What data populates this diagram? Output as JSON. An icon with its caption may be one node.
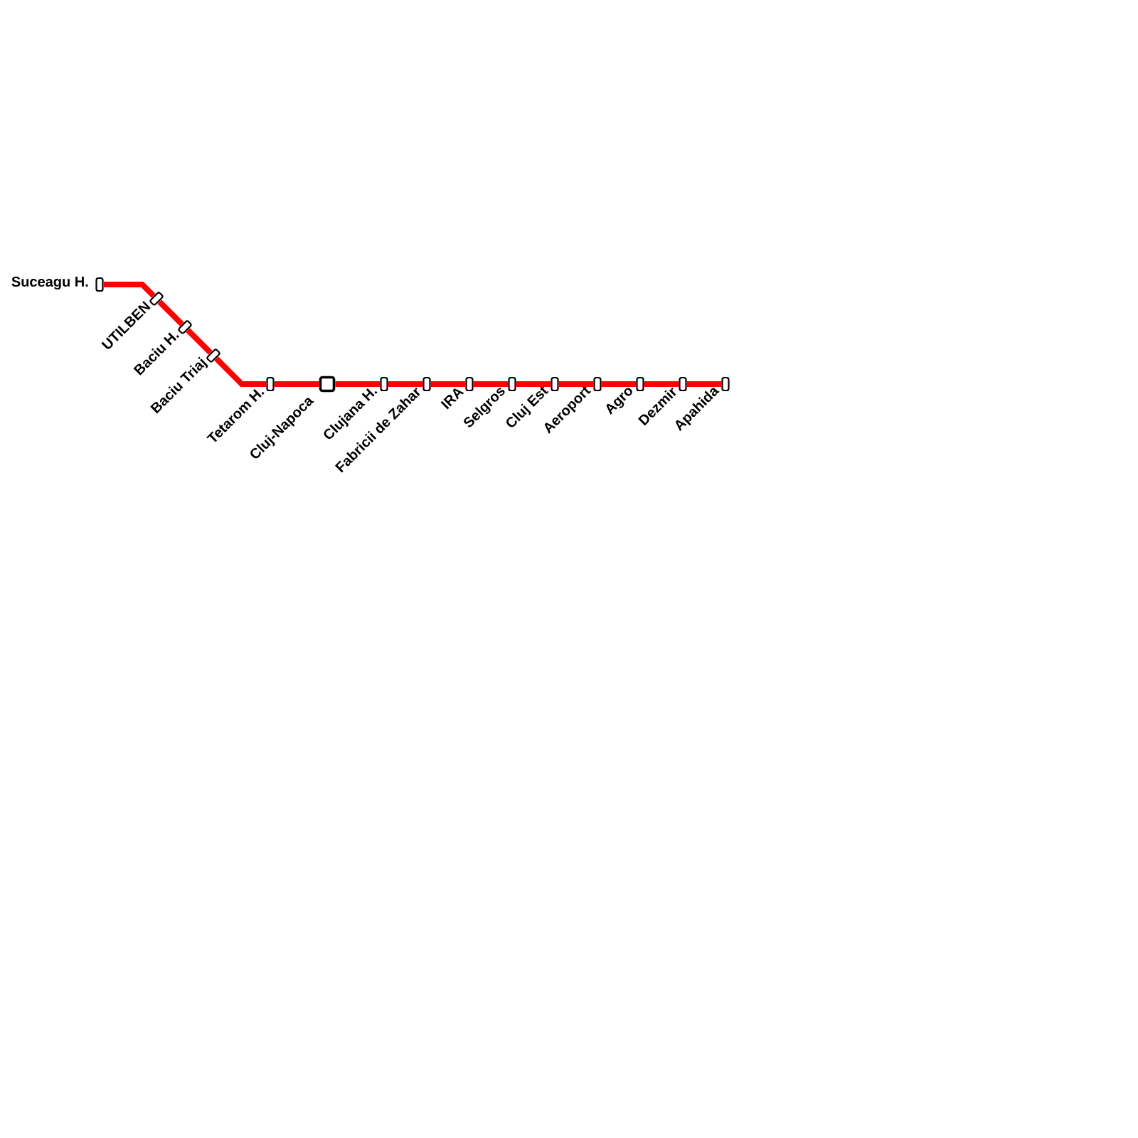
{
  "diagram": {
    "nodes": [
      {
        "text": [],
        "shape": "bar",
        "beside": [
          "Suceagu H."
        ]
      },
      {
        "text": [],
        "shape": "bar",
        "beside": [
          "UTILBEN"
        ]
      },
      {
        "text": [],
        "shape": "bar",
        "beside": [
          "Baciu H."
        ]
      },
      {
        "text": [],
        "shape": "bar",
        "beside": [
          "Baciu Triaj"
        ]
      },
      {
        "text": [],
        "shape": "bar",
        "beside": [
          "Tetarom H."
        ]
      },
      {
        "text": [],
        "shape": "box",
        "beside": [
          "Cluj-Napoca"
        ]
      },
      {
        "text": [],
        "shape": "bar",
        "beside": [
          "Clujana H."
        ]
      },
      {
        "text": [],
        "shape": "bar",
        "beside": [
          "Fabricii de Zahar"
        ]
      },
      {
        "text": [],
        "shape": "bar",
        "beside": [
          "IRA"
        ]
      },
      {
        "text": [],
        "shape": "bar",
        "beside": [
          "Selgros"
        ]
      },
      {
        "text": [],
        "shape": "bar",
        "beside": [
          "Cluj Est"
        ]
      },
      {
        "text": [],
        "shape": "bar",
        "beside": [
          "Aeroport"
        ]
      },
      {
        "text": [],
        "shape": "bar",
        "beside": [
          "Agro"
        ]
      },
      {
        "text": [],
        "shape": "bar",
        "beside": [
          "Dezmir"
        ]
      },
      {
        "text": [],
        "shape": "bar",
        "beside": [
          "Apahida"
        ]
      }
    ],
    "edges": [
      {
        "from": 0,
        "to": 1,
        "arrow": "none"
      },
      {
        "from": 1,
        "to": 2,
        "arrow": "none"
      },
      {
        "from": 2,
        "to": 3,
        "arrow": "none"
      },
      {
        "from": 3,
        "to": 4,
        "arrow": "none"
      },
      {
        "from": 4,
        "to": 5,
        "arrow": "none"
      },
      {
        "from": 5,
        "to": 6,
        "arrow": "none"
      },
      {
        "from": 6,
        "to": 7,
        "arrow": "none"
      },
      {
        "from": 7,
        "to": 8,
        "arrow": "none"
      },
      {
        "from": 8,
        "to": 9,
        "arrow": "none"
      },
      {
        "from": 9,
        "to": 10,
        "arrow": "none"
      },
      {
        "from": 10,
        "to": 11,
        "arrow": "none"
      },
      {
        "from": 11,
        "to": 12,
        "arrow": "none"
      },
      {
        "from": 12,
        "to": 13,
        "arrow": "none"
      },
      {
        "from": 13,
        "to": 14,
        "arrow": "none"
      }
    ]
  }
}
